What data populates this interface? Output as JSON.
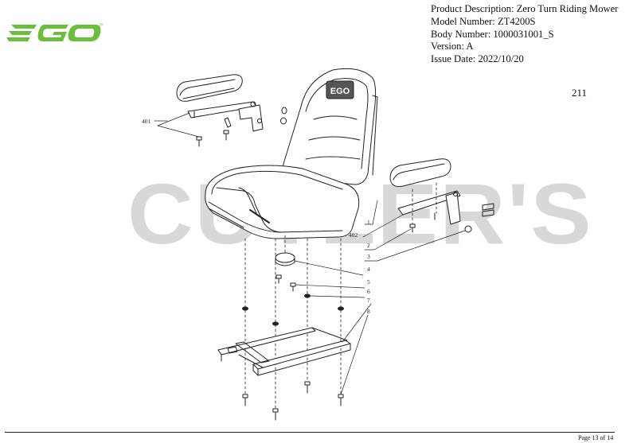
{
  "brand": {
    "logo_text": "EGO",
    "trademark": "TM"
  },
  "header": {
    "product_description": "Product Description: Zero Turn Riding Mower",
    "model_number": "Model Number: ZT4200S",
    "body_number": "Body Number: 1000031001_S",
    "version": "Version: A",
    "issue_date": "Issue Date: 2022/10/20"
  },
  "diagram_code": "211",
  "watermark": "CUTLER'S",
  "seat_logo": "EGO",
  "callouts": {
    "p401": "401",
    "p402": "402",
    "p1": "1",
    "p2": "2",
    "p3": "3",
    "p4": "4",
    "p5": "5",
    "p6": "6",
    "p7": "7",
    "p8": "8"
  },
  "footer": {
    "page": "Page 13 of 14"
  }
}
